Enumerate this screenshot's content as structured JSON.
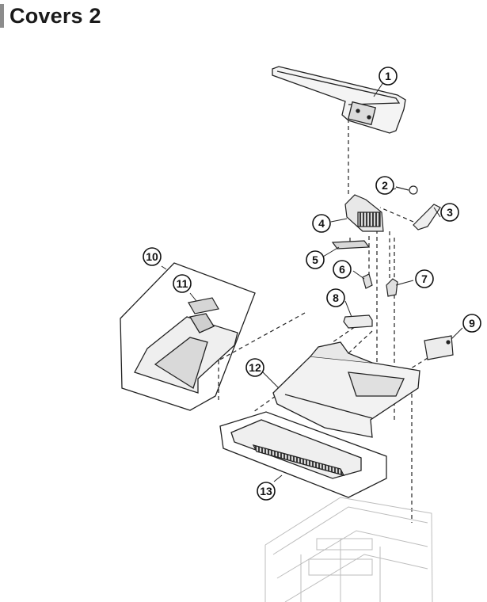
{
  "title": "Covers 2",
  "callouts": [
    {
      "id": 1,
      "label": "1"
    },
    {
      "id": 2,
      "label": "2"
    },
    {
      "id": 3,
      "label": "3"
    },
    {
      "id": 4,
      "label": "4"
    },
    {
      "id": 5,
      "label": "5"
    },
    {
      "id": 6,
      "label": "6"
    },
    {
      "id": 7,
      "label": "7"
    },
    {
      "id": 8,
      "label": "8"
    },
    {
      "id": 9,
      "label": "9"
    },
    {
      "id": 10,
      "label": "10"
    },
    {
      "id": 11,
      "label": "11"
    },
    {
      "id": 12,
      "label": "12"
    },
    {
      "id": 13,
      "label": "13"
    }
  ]
}
